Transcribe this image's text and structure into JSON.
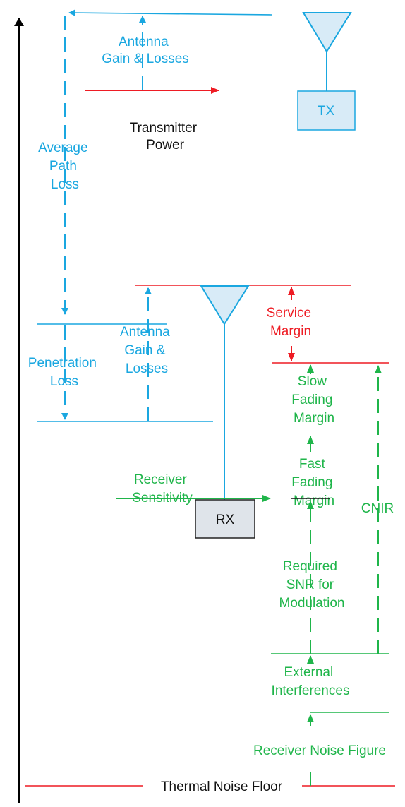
{
  "colors": {
    "path": "#1aa7e0",
    "margin": "#ee1c24",
    "signal": "#1fb54a",
    "axis": "#000000",
    "box_fill": "#d8ebf7",
    "box_stroke": "#1aa7e0",
    "rx_fill": "#dfe4ea",
    "rx_stroke": "#222222"
  },
  "labels": {
    "tx_antenna_gain": [
      "Antenna",
      "Gain & Losses"
    ],
    "transmitter_power": [
      "Transmitter",
      "Power"
    ],
    "tx_box": "TX",
    "average_path_loss": [
      "Average",
      "Path",
      "Loss"
    ],
    "service_margin": [
      "Service",
      "Margin"
    ],
    "rx_antenna_gain": [
      "Antenna",
      "Gain &",
      "Losses"
    ],
    "penetration_loss": [
      "Penetration",
      "Loss"
    ],
    "slow_fading_margin": [
      "Slow",
      "Fading",
      "Margin"
    ],
    "fast_fading_margin": [
      "Fast",
      "Fading",
      "Margin"
    ],
    "receiver_sensitivity": [
      "Receiver",
      "Sensitivity"
    ],
    "cnir": "CNIR",
    "rx_box": "RX",
    "required_snr": [
      "Required",
      "SNR for",
      "Modulation"
    ],
    "external_interferences": [
      "External",
      "Interferences"
    ],
    "receiver_noise_figure": "Receiver Noise Figure",
    "thermal_noise_floor": "Thermal Noise Floor"
  },
  "icons": {
    "tx_antenna": "antenna-icon",
    "rx_antenna": "antenna-icon"
  }
}
